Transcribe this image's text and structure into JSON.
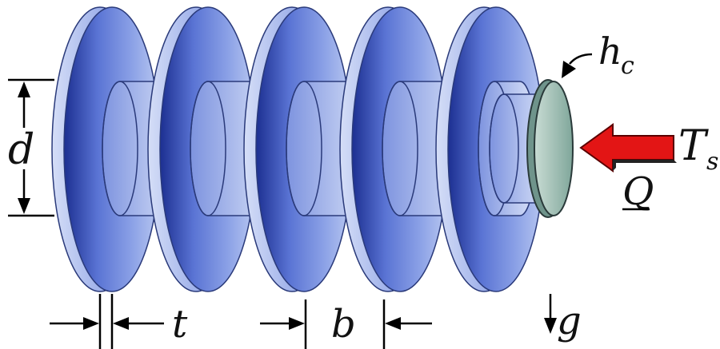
{
  "labels": {
    "d": "d",
    "t": "t",
    "b": "b",
    "g": "g",
    "Q": "Q",
    "T": "T",
    "T_sub": "s",
    "h": "h",
    "h_sub": "c"
  },
  "colors": {
    "fin_light": "#c6d3f3",
    "fin_mid": "#6f89dd",
    "fin_dark": "#1c2f91",
    "tip": "#8fb3a8",
    "heat_arrow": "#e31515"
  },
  "structure": {
    "fin_count": 5
  }
}
